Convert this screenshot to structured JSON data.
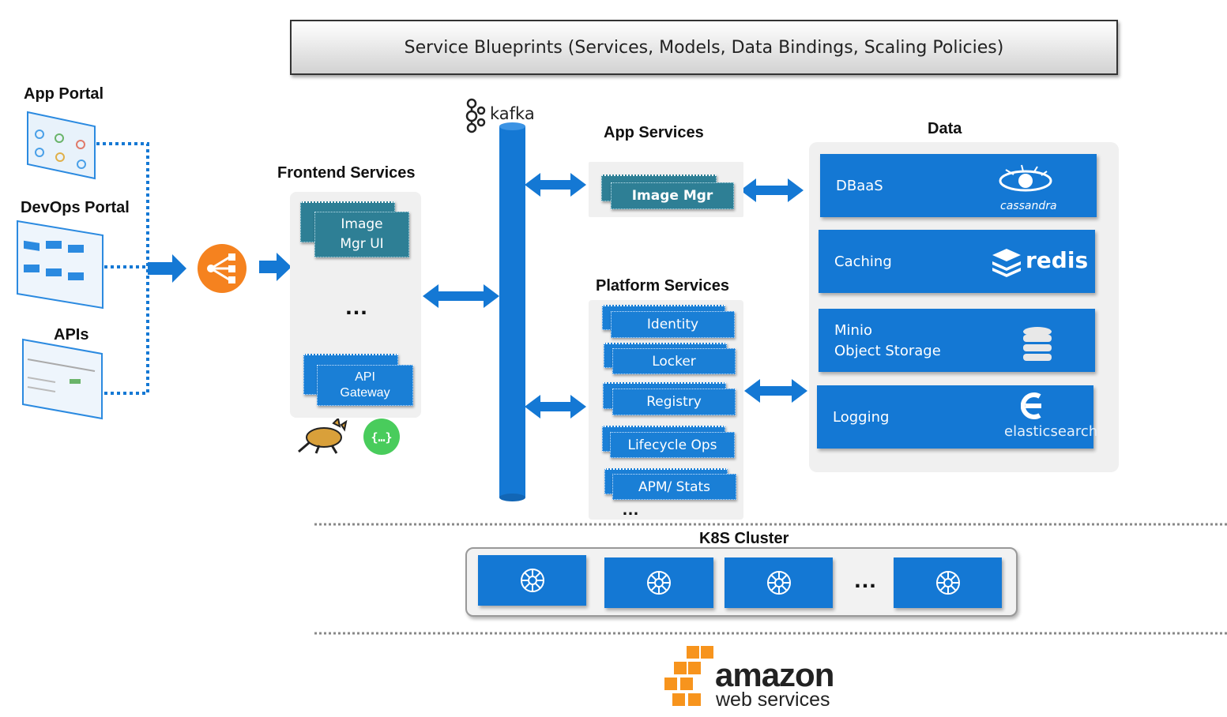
{
  "banner": "Service Blueprints (Services, Models, Data Bindings, Scaling Policies)",
  "clients": {
    "app_portal": "App Portal",
    "devops_portal": "DevOps Portal",
    "apis": "APIs"
  },
  "frontend": {
    "title": "Frontend Services",
    "image_mgr_ui_line1": "Image",
    "image_mgr_ui_line2": "Mgr UI",
    "ellipsis": "…",
    "api_gateway_line1": "API",
    "api_gateway_line2": "Gateway"
  },
  "kafka": "kafka",
  "app_services": {
    "title": "App Services",
    "items": [
      "Image Mgr"
    ]
  },
  "platform_services": {
    "title": "Platform Services",
    "items": [
      "Identity",
      "Locker",
      "Registry",
      "Lifecycle Ops",
      "APM/ Stats"
    ],
    "ellipsis": "…"
  },
  "data": {
    "title": "Data",
    "items": [
      {
        "label": "DBaaS",
        "brand": "cassandra",
        "icon": "cassandra-eye-icon"
      },
      {
        "label": "Caching",
        "brand": "redis",
        "icon": "redis-stack-icon"
      },
      {
        "label": "Minio",
        "label2": "Object Storage",
        "icon": "database-icon"
      },
      {
        "label": "Logging",
        "brand": "elasticsearch",
        "icon": "elasticsearch-icon"
      }
    ]
  },
  "k8s": {
    "title": "K8S Cluster",
    "ellipsis": "…",
    "node_icon": "kubernetes-helm-icon"
  },
  "aws": {
    "line1": "amazon",
    "line2": "web services"
  },
  "colors": {
    "primary_blue": "#1478d4",
    "teal": "#2e7f95",
    "orange": "#f5821f",
    "panel_gray": "#f0f0f0"
  }
}
